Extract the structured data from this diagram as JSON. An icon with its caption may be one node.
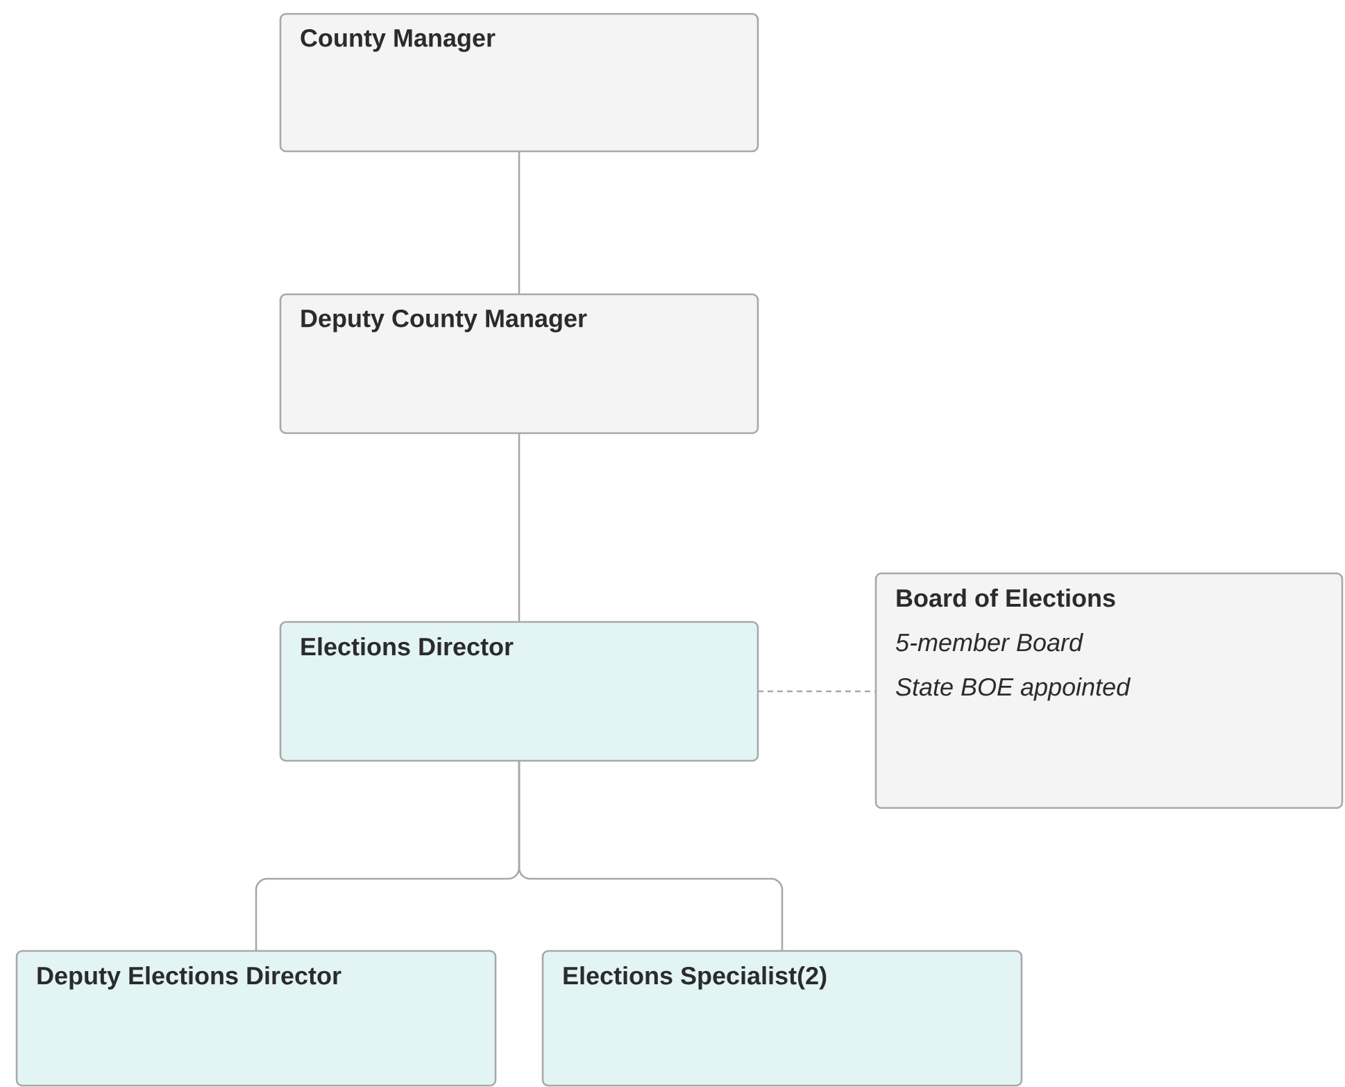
{
  "diagram": {
    "nodes": [
      {
        "text": [
          "County Manager"
        ]
      },
      {
        "text": [
          "Deputy County Manager"
        ]
      },
      {
        "text": [
          "Elections Director"
        ]
      },
      {
        "text": [
          "Board of Elections",
          "5-member Board",
          "State BOE appointed"
        ]
      },
      {
        "text": [
          "Deputy Elections Director"
        ]
      },
      {
        "text": [
          "Elections Specialist(2)"
        ]
      }
    ],
    "edges": [
      {
        "from": 0,
        "to": 1,
        "arrow": "none"
      },
      {
        "from": 1,
        "to": 2,
        "arrow": "none"
      },
      {
        "from": 2,
        "to": 3,
        "arrow": "none",
        "style": "dashed"
      },
      {
        "from": 2,
        "to": 4,
        "arrow": "none"
      },
      {
        "from": 2,
        "to": 5,
        "arrow": "none"
      }
    ]
  }
}
